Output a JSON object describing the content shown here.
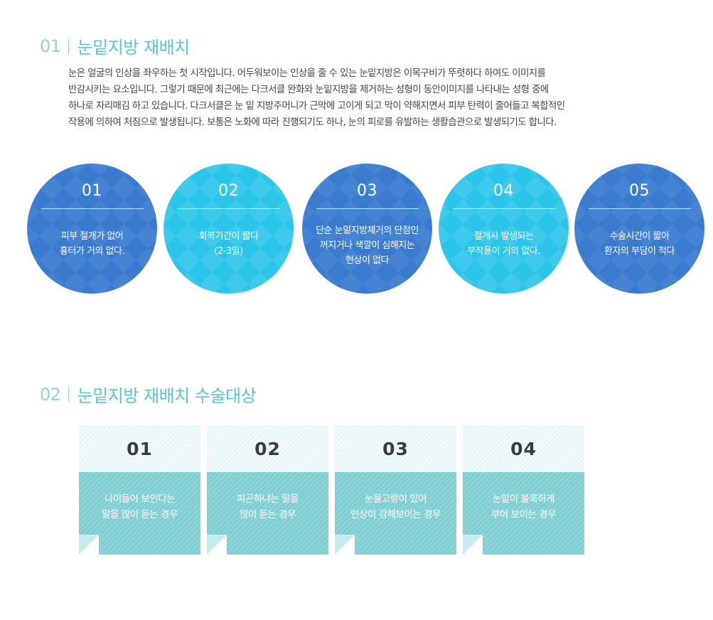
{
  "section1": {
    "num": "01",
    "title": "눈밑지방 재배치",
    "intro_lines": [
      "눈은 얼굴의 인상을 좌우하는 첫 시작입니다. 어두워보이는 인상을 줄 수 있는 눈밑지방은 이목구비가 뚜렷하다 하여도 이미지를",
      "반감시키는 요소입니다. 그렇기 때문에 최근에는 다크서클 완화와 눈밑지방을 제거하는 성형이 동안이미지를 나타내는 성형 중에",
      "하나로 자리매김 하고 있습니다. 다크서클은 눈 밑 지방주머니가 근막에 고이게 되고 막이 약해지면서 피부 탄력이 줄어들고 복합적인",
      "작용에 의하여 처짐으로 발생됩니다. 보통은 노화에 따라 진행되기도 하나, 눈의 피로를 유발하는 생활습관으로 발생되기도  합니다."
    ],
    "circles": [
      {
        "num": "01",
        "text": "피부 절개가 없어\n흉터가 거의 없다."
      },
      {
        "num": "02",
        "text": "회복기간이 짧다\n(2-3일)"
      },
      {
        "num": "03",
        "text": "단순 눈밑지방제거의 단점인\n꺼지거나 색깔이 심해지는\n현상이 없다"
      },
      {
        "num": "04",
        "text": "절개시 발생되는\n부작용이 거의 없다."
      },
      {
        "num": "05",
        "text": "수술시간이 짧아\n환자의 부담이 적다"
      }
    ]
  },
  "section2": {
    "num": "02",
    "title": "눈밑지방 재배치 수술대상",
    "cards": [
      {
        "num": "01",
        "text": "나이들어 보인다는\n말을 많이 듣는 경우"
      },
      {
        "num": "02",
        "text": "피곤하냐는 말을\n많이 듣는 경우"
      },
      {
        "num": "03",
        "text": "눈물고랑이 있어\n인상이 강해보이는 경우"
      },
      {
        "num": "04",
        "text": "눈밑이 불룩하게\n부어 보이는 경우"
      }
    ]
  },
  "colors": {
    "title_accent": "#5cc3cf",
    "circle_dark": "#3a7bd0",
    "circle_light": "#2cc5ea",
    "card_top": "#e7f6f7",
    "card_bottom": "#7ecfd3"
  }
}
